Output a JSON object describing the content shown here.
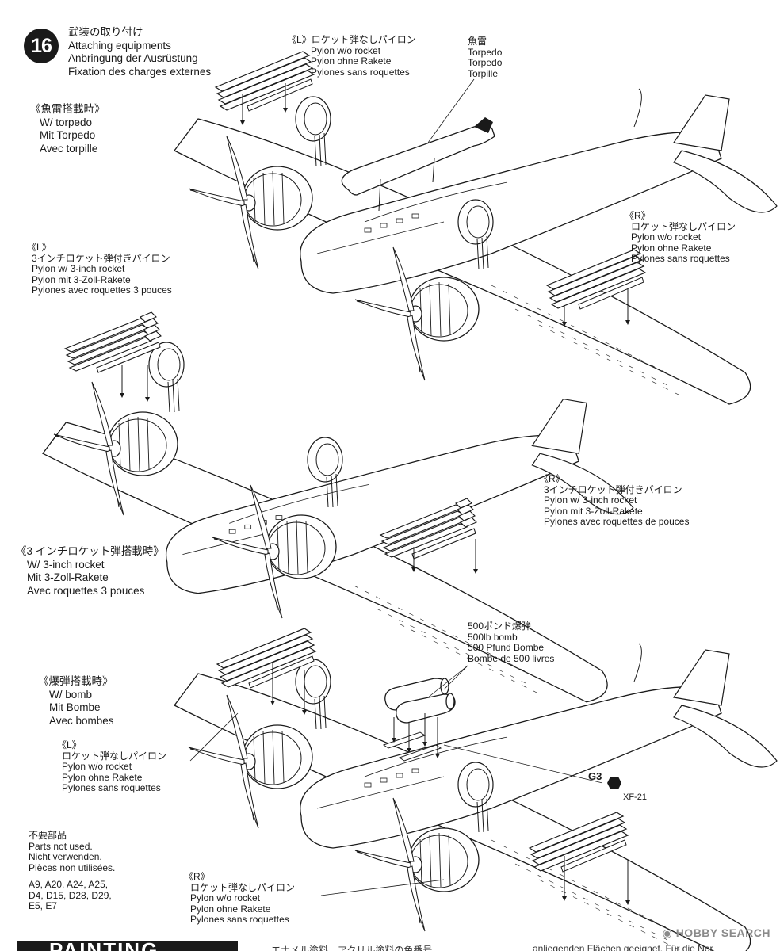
{
  "step": {
    "number": "16",
    "title_jp": "武装の取り付け",
    "title_en": "Attaching equipments",
    "title_de": "Anbringung der Ausrüstung",
    "title_fr": "Fixation des charges externes"
  },
  "sections": {
    "torpedo": {
      "jp": "《魚雷搭載時》",
      "en": "W/ torpedo",
      "de": "Mit Torpedo",
      "fr": "Avec torpille"
    },
    "rocket": {
      "jp": "《3 インチロケット弾搭載時》",
      "en": "W/ 3-inch rocket",
      "de": "Mit 3-Zoll-Rakete",
      "fr": "Avec roquettes 3 pouces"
    },
    "bomb": {
      "jp": "《爆弾搭載時》",
      "en": "W/ bomb",
      "de": "Mit Bombe",
      "fr": "Avec bombes"
    }
  },
  "callouts": {
    "top_left_pylon": {
      "side": "《L》",
      "jp": "ロケット弾なしパイロン",
      "en": "Pylon w/o rocket",
      "de": "Pylon ohne Rakete",
      "fr": "Pylones sans roquettes"
    },
    "torpedo": {
      "jp": "魚雷",
      "en": "Torpedo",
      "de": "Torpedo",
      "fr": "Torpille"
    },
    "top_right_pylon": {
      "side": "《R》",
      "jp": "ロケット弾なしパイロン",
      "en": "Pylon w/o rocket",
      "de": "Pylon ohne Rakete",
      "fr": "Pylones sans roquettes"
    },
    "mid_left_rocket": {
      "side": "《L》",
      "jp": "3インチロケット弾付きパイロン",
      "en": "Pylon w/ 3-inch rocket",
      "de": "Pylon mit 3-Zoll-Rakete",
      "fr": "Pylones avec roquettes 3 pouces"
    },
    "mid_right_rocket": {
      "side": "《R》",
      "jp": "3インチロケット弾付きパイロン",
      "en": "Pylon w/ 3-inch rocket",
      "de": "Pylon mit 3-Zoll-Rakete",
      "fr": "Pylones avec roquettes de pouces"
    },
    "bomb": {
      "jp": "500ポンド爆弾",
      "en": "500lb bomb",
      "de": "500 Pfund Bombe",
      "fr": "Bombe de 500 livres"
    },
    "bottom_left_pylon": {
      "side": "《L》",
      "jp": "ロケット弾なしパイロン",
      "en": "Pylon w/o rocket",
      "de": "Pylon ohne Rakete",
      "fr": "Pylones sans roquettes"
    },
    "bottom_right_pylon": {
      "side": "《R》",
      "jp": "ロケット弾なしパイロン",
      "en": "Pylon w/o rocket",
      "de": "Pylon ohne Rakete",
      "fr": "Pylones sans roquettes"
    }
  },
  "part_callout": {
    "code": "G3",
    "paint": "XF-21"
  },
  "unused_parts": {
    "jp": "不要部品",
    "en": "Parts not used.",
    "de": "Nicht verwenden.",
    "fr": "Pièces non utilisées.",
    "list_1": "A9, A20, A24, A25,",
    "list_2": "D4, D15, D28, D29,",
    "list_3": "E5, E7"
  },
  "footer": {
    "watermark": "HOBBY SEARCH",
    "section_heading": "PAINTING",
    "text_jp": "エナメル塗料　アクリル塗料の色番号",
    "text_de": "anliegenden Flächen geeignet. Für die Nor"
  },
  "colors": {
    "ink": "#1a1a1a",
    "watermark": "#8a8a8a"
  }
}
